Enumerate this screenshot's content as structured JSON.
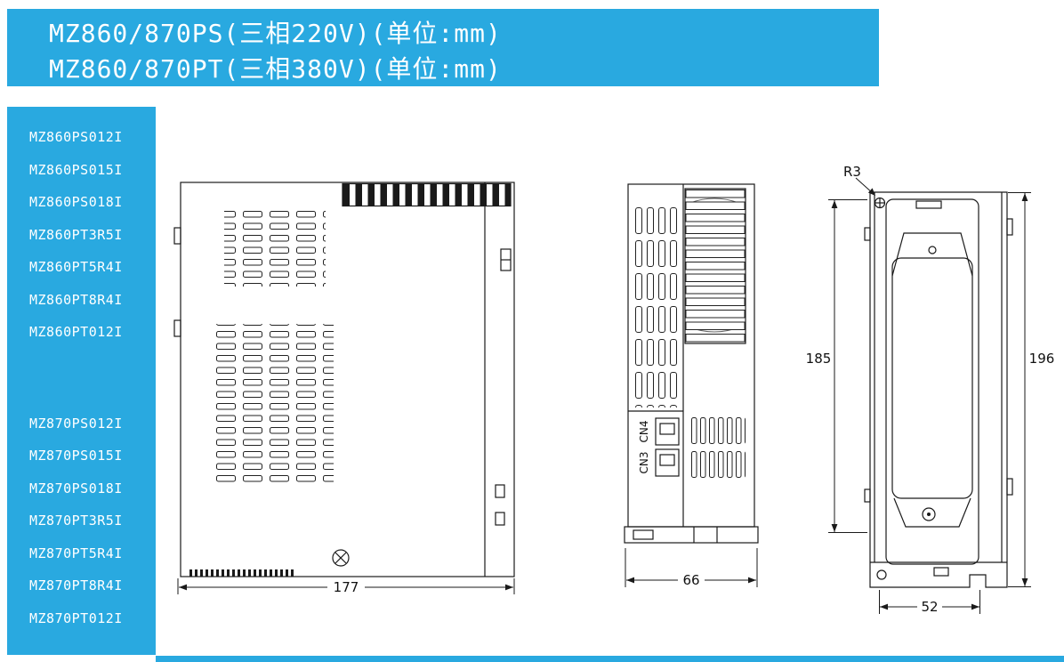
{
  "header": {
    "line1": "MZ860/870PS(三相220V)(单位:mm)",
    "line2": "MZ860/870PT(三相380V)(单位:mm)"
  },
  "sidebar": {
    "group1": [
      "MZ860PS012I",
      "MZ860PS015I",
      "MZ860PS018I",
      "MZ860PT3R5I",
      "MZ860PT5R4I",
      "MZ860PT8R4I",
      "MZ860PT012I"
    ],
    "group2": [
      "MZ870PS012I",
      "MZ870PS015I",
      "MZ870PS018I",
      "MZ870PT3R5I",
      "MZ870PT5R4I",
      "MZ870PT8R4I",
      "MZ870PT012I"
    ]
  },
  "drawings": {
    "side_view": {
      "width_mm": "177"
    },
    "front_view": {
      "width_mm": "66",
      "connector_top": "CN4",
      "connector_bottom": "CN3"
    },
    "rear_view": {
      "inner_height_mm": "185",
      "outer_height_mm": "196",
      "bottom_width_mm": "52",
      "corner_radius": "R3"
    }
  },
  "colors": {
    "accent": "#29A9E0"
  }
}
